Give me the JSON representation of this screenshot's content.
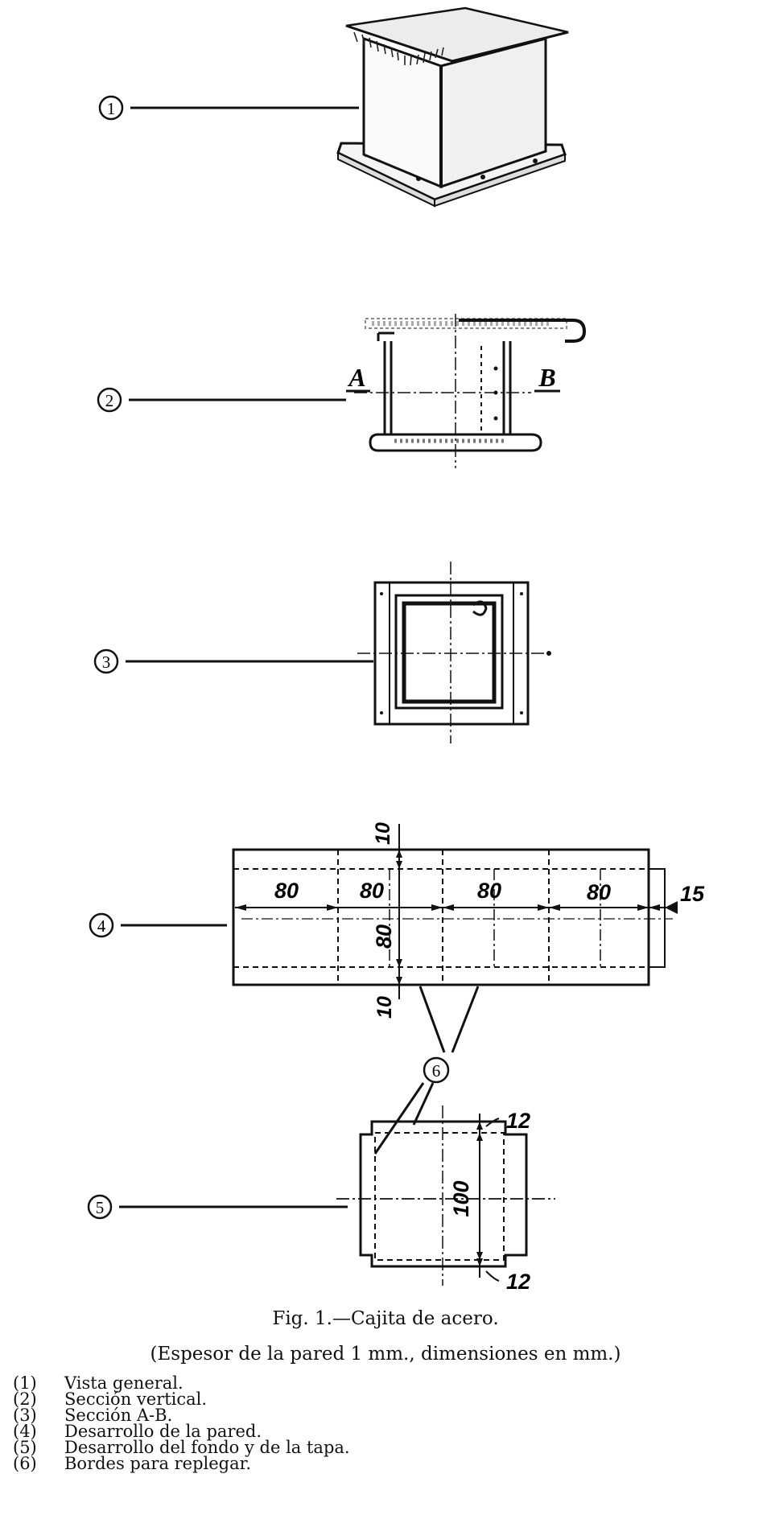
{
  "figure": {
    "callouts": [
      "1",
      "2",
      "3",
      "4",
      "5",
      "6"
    ],
    "section_labels": {
      "a": "A",
      "b": "B"
    },
    "wall_dims": {
      "top_margin": "10",
      "bottom_margin": "10",
      "panel_width": [
        "80",
        "80",
        "80",
        "80"
      ],
      "height": "80",
      "overlap": "15"
    },
    "bottom_dims": {
      "flange_top": "12",
      "flange_bottom": "12",
      "side": "100"
    }
  },
  "caption": {
    "title": "Fig. 1.—Cajita de acero.",
    "note": "(Espesor de la pared 1 mm., dimensiones en mm.)"
  },
  "legend": [
    {
      "key": "(1)",
      "text": "Vista general."
    },
    {
      "key": "(2)",
      "text": "Sección vertical."
    },
    {
      "key": "(3)",
      "text": "Sección A-B."
    },
    {
      "key": "(4)",
      "text": "Desarrollo de la pared."
    },
    {
      "key": "(5)",
      "text": "Desarrollo del fondo y de la tapa."
    },
    {
      "key": "(6)",
      "text": "Bordes para replegar."
    }
  ]
}
